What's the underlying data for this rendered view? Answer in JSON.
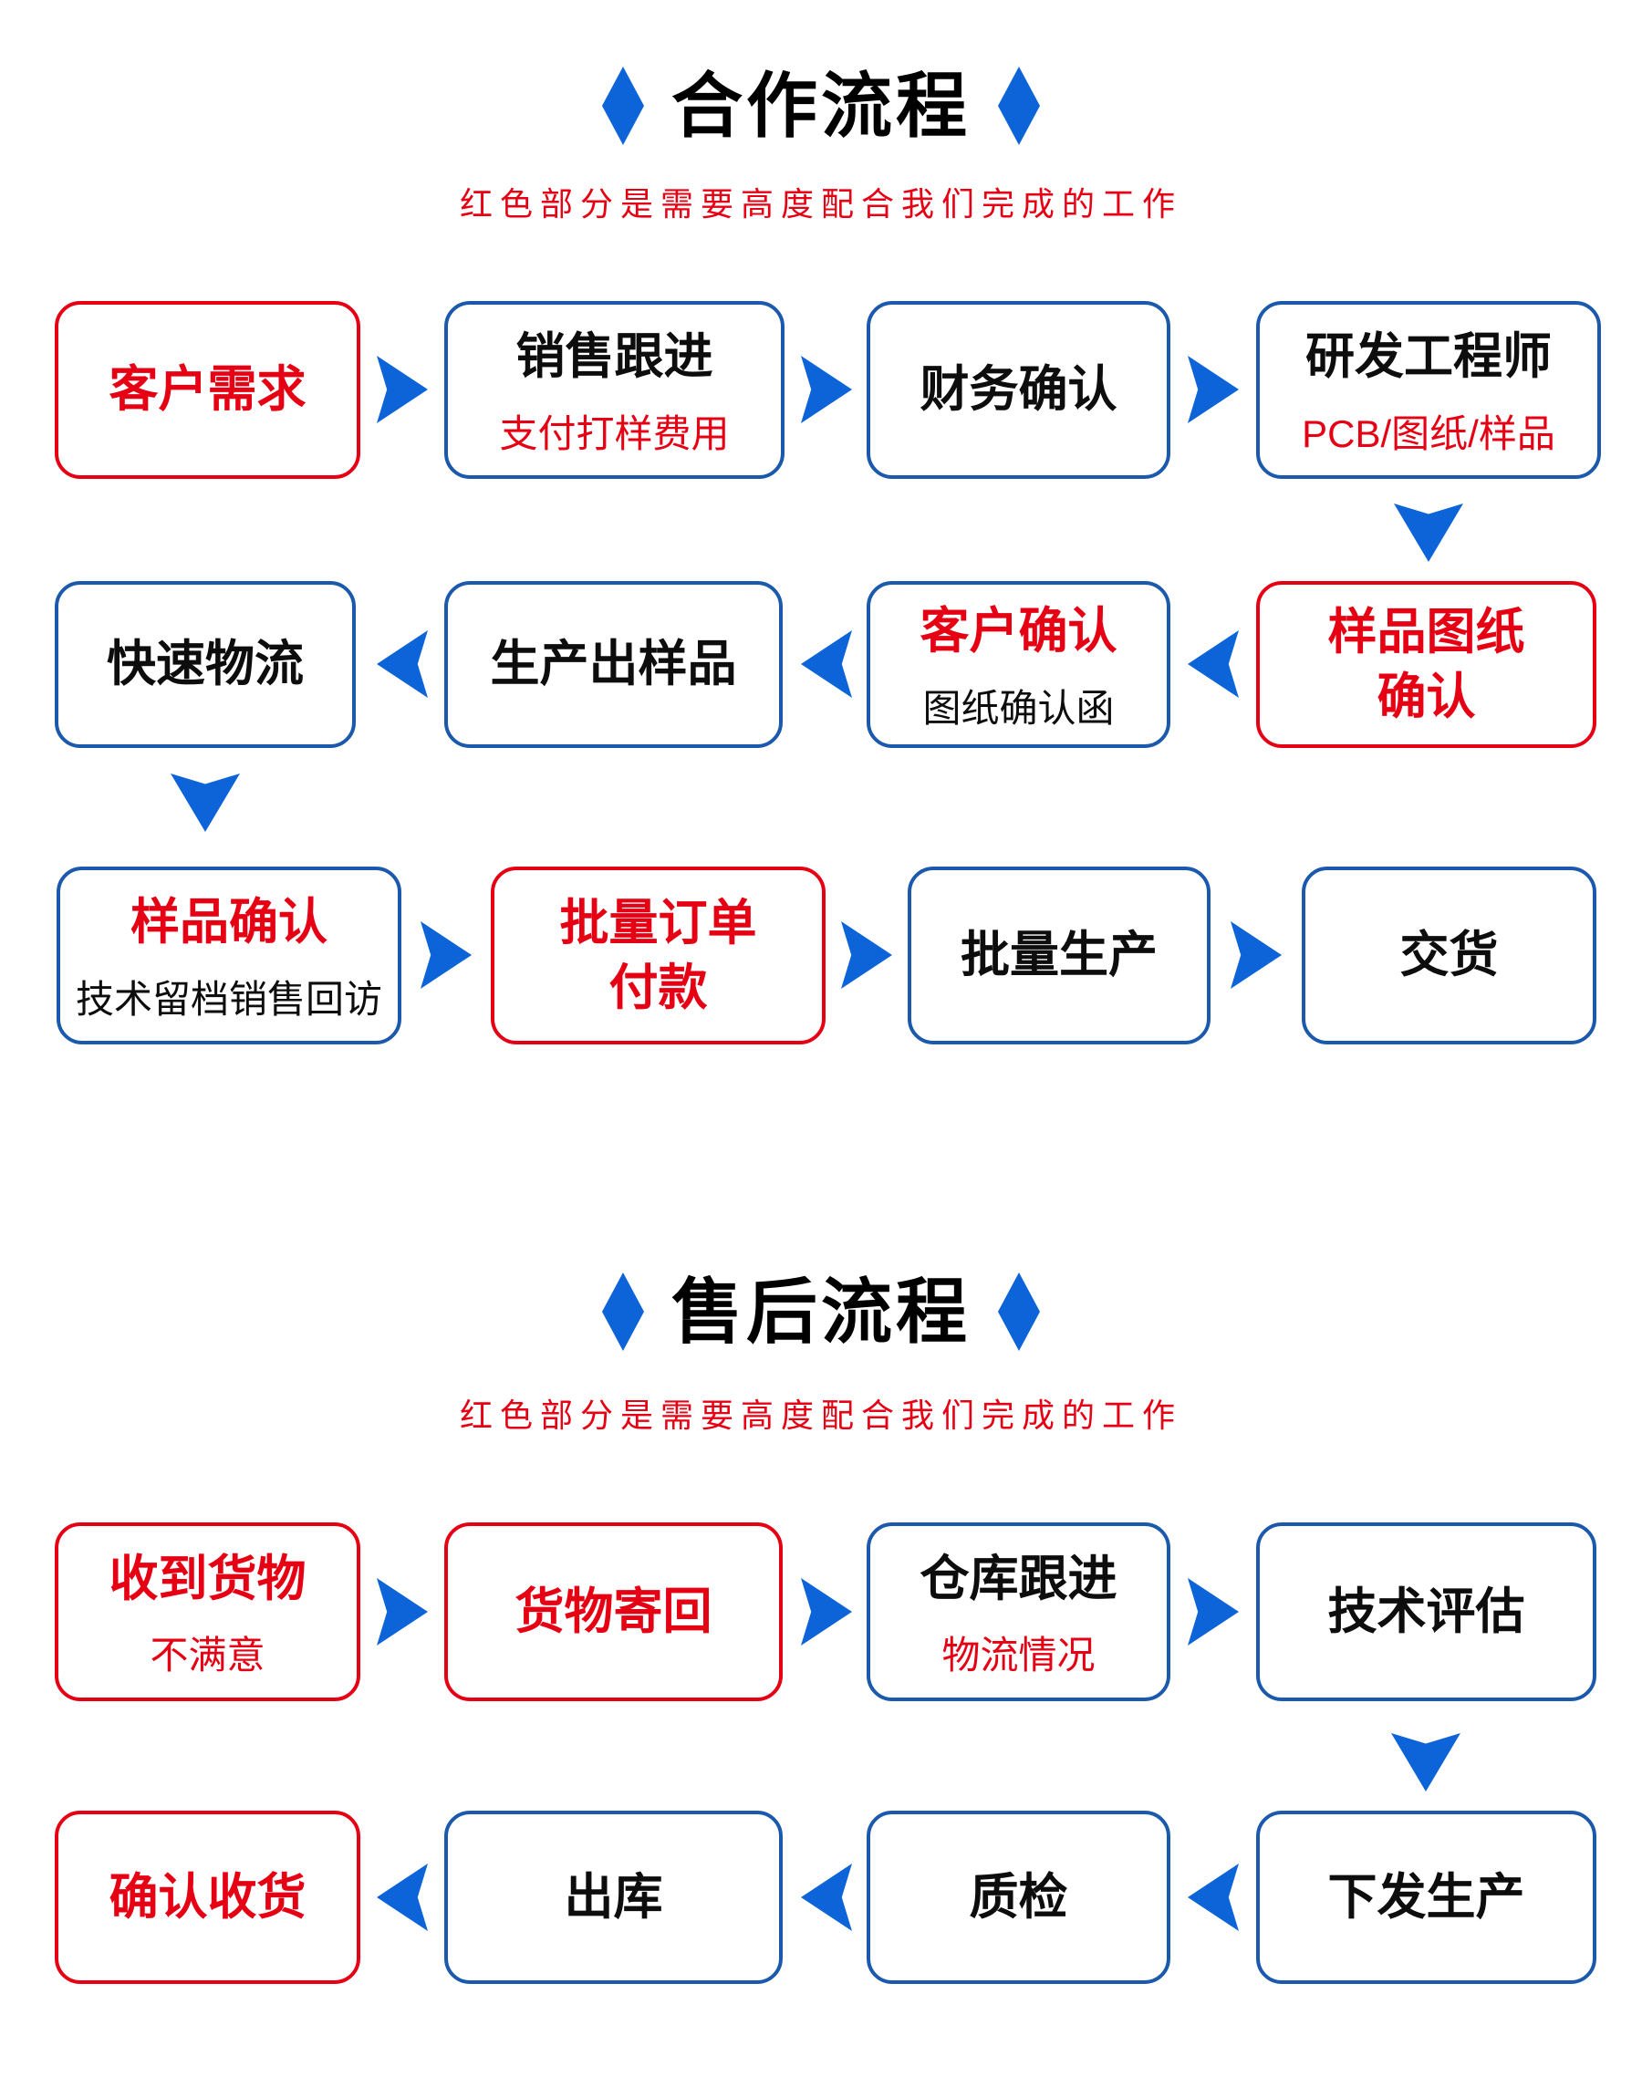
{
  "colors": {
    "accent_red": "#e60014",
    "arrow_blue": "#0c64d8",
    "box_border_blue": "#1b59ad",
    "text_black": "#0d0d0d",
    "background": "#ffffff"
  },
  "flow1": {
    "heading": "合作流程",
    "note": "红色部分是需要高度配合我们完成的工作",
    "nodes": {
      "customer_demand": {
        "title": "客户需求"
      },
      "sales_follow_up": {
        "title": "销售跟进",
        "subtitle": "支付打样费用"
      },
      "finance_confirm": {
        "title": "财务确认"
      },
      "rd_engineer": {
        "title": "研发工程师",
        "subtitle": "PCB/图纸/样品"
      },
      "sample_drawing_confirm": {
        "title": "样品图纸\n确认"
      },
      "customer_confirm": {
        "title": "客户确认",
        "subtitle": "图纸确认函"
      },
      "produce_sample": {
        "title": "生产出样品"
      },
      "fast_logistics": {
        "title": "快速物流"
      },
      "sample_confirm": {
        "title": "样品确认",
        "subtitle": "技术留档销售回访"
      },
      "bulk_order_payment": {
        "title": "批量订单\n付款"
      },
      "bulk_production": {
        "title": "批量生产"
      },
      "delivery": {
        "title": "交货"
      }
    }
  },
  "flow2": {
    "heading": "售后流程",
    "note": "红色部分是需要高度配合我们完成的工作",
    "nodes": {
      "receive_goods": {
        "title": "收到货物",
        "subtitle": "不满意"
      },
      "return_goods": {
        "title": "货物寄回"
      },
      "warehouse_follow_up": {
        "title": "仓库跟进",
        "subtitle": "物流情况"
      },
      "tech_evaluation": {
        "title": "技术评估"
      },
      "issue_production": {
        "title": "下发生产"
      },
      "quality_inspection": {
        "title": "质检"
      },
      "outbound": {
        "title": "出库"
      },
      "confirm_receipt": {
        "title": "确认收货"
      }
    }
  }
}
